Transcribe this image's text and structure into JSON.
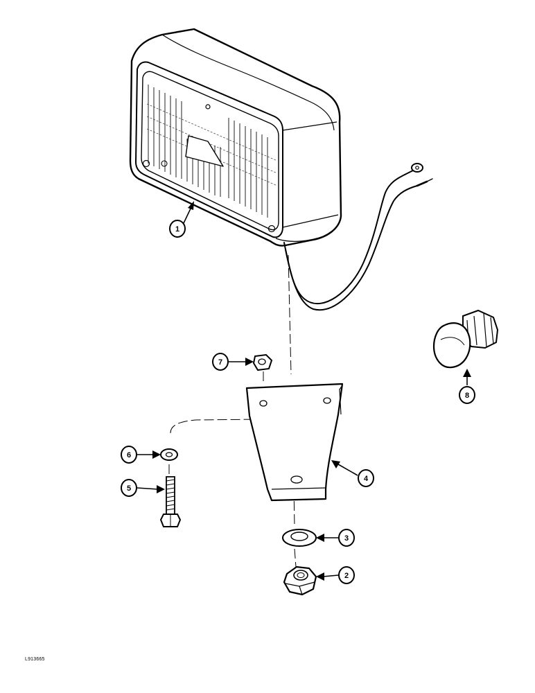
{
  "figure_id": "L913665",
  "callouts": [
    {
      "id": "callout-1",
      "label": "1",
      "part": "lamp"
    },
    {
      "id": "callout-2",
      "label": "2",
      "part": "hex-nut"
    },
    {
      "id": "callout-3",
      "label": "3",
      "part": "washer"
    },
    {
      "id": "callout-4",
      "label": "4",
      "part": "bracket"
    },
    {
      "id": "callout-5",
      "label": "5",
      "part": "bolt"
    },
    {
      "id": "callout-6",
      "label": "6",
      "part": "washer"
    },
    {
      "id": "callout-7",
      "label": "7",
      "part": "nut"
    },
    {
      "id": "callout-8",
      "label": "8",
      "part": "cable-gland"
    }
  ]
}
